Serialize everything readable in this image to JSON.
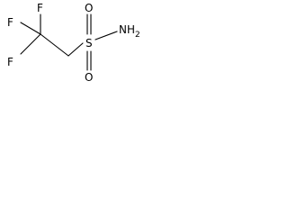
{
  "molecule": {
    "atoms": {
      "f_top": "F",
      "f_left_top": "F",
      "f_bottom": "F",
      "sulfur": "S",
      "oxygen_top": "O",
      "oxygen_bottom": "O",
      "amine_n": "N",
      "amine_h": "H",
      "amine_h_count": "2"
    }
  }
}
